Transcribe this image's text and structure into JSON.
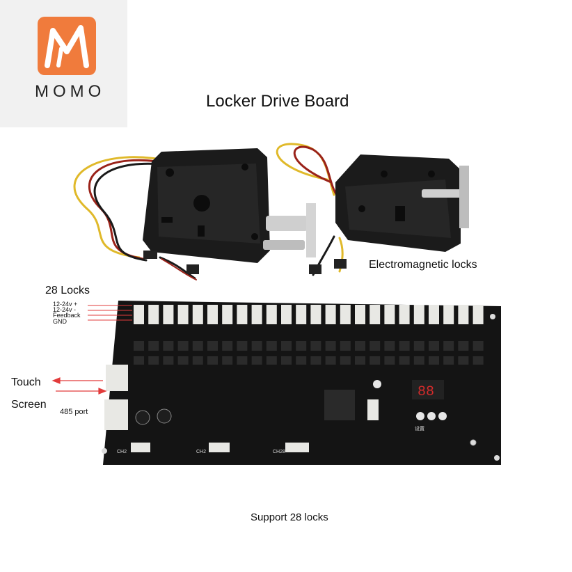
{
  "logo": {
    "text": "MOMO",
    "mark": "M",
    "color": "#f07b3c"
  },
  "title": "Locker Drive Board",
  "labels": {
    "electromagnetic_locks": "Electromagnetic locks",
    "locks_count": "28 Locks",
    "pins": [
      "12-24v +",
      "12-24v  -",
      "Feedback",
      "GND"
    ],
    "touch": "Touch",
    "screen": "Screen",
    "port": "485 port",
    "support": "Support 28 locks"
  },
  "board": {
    "channel_labels": [
      "CH2",
      "CH2",
      "CH28"
    ],
    "settings_label": "设置"
  },
  "colors": {
    "board": "#141414",
    "connector": "#e8e8e4",
    "arrow": "#e23b3b",
    "wire_yellow": "#e0b92a",
    "wire_red": "#9a2219",
    "lock_body": "#1b1b1b"
  }
}
